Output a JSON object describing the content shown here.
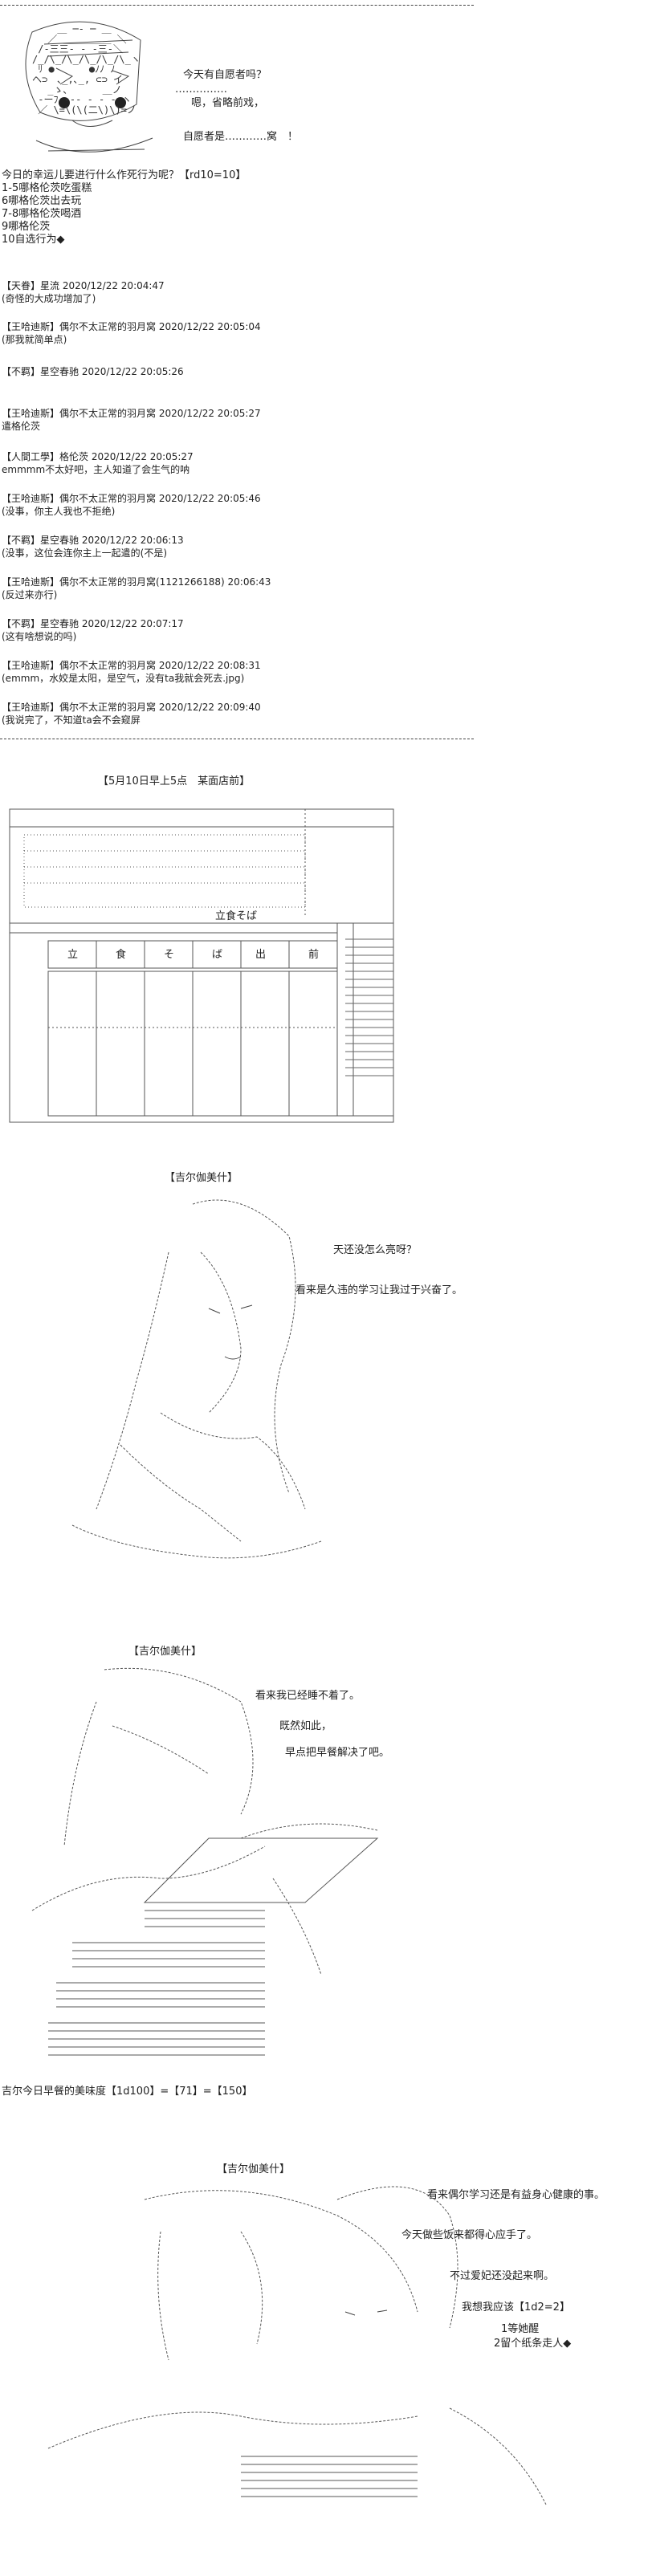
{
  "panel1": {
    "speech": [
      "今天有自愿者吗？",
      "……………",
      "嗯，省略前戏，",
      "自愿者是…………窝　！"
    ],
    "intro": [
      "今日的幸运儿要进行什么作死行为呢？【rd10=10】",
      "1-5哪格伦茨吃蛋糕",
      "6哪格伦茨出去玩",
      "7-8哪格伦茨喝酒",
      "9哪格伦茨",
      "10自选行为◆"
    ],
    "comments": [
      {
        "head": "【天眷】星流 2020/12/22 20:04:47",
        "body": "(奇怪的大成功增加了)"
      },
      {
        "head": "【王哈迪斯】偶尔不太正常的羽月窝 2020/12/22 20:05:04",
        "body": "(那我就简单点)"
      },
      {
        "head": "【不羁】星空春驰 2020/12/22 20:05:26",
        "body": ""
      },
      {
        "head": "【王哈迪斯】偶尔不太正常的羽月窝 2020/12/22 20:05:27",
        "body": "遣格伦茨"
      },
      {
        "head": "【人間工學】格伦茨 2020/12/22 20:05:27",
        "body": "emmmm不太好吧，主人知道了会生气的呐"
      },
      {
        "head": "【王哈迪斯】偶尔不太正常的羽月窝 2020/12/22 20:05:46",
        "body": "(没事，你主人我也不拒绝)"
      },
      {
        "head": "【不羁】星空春驰 2020/12/22 20:06:13",
        "body": "(没事，这位会连你主上一起遣的(不是)"
      },
      {
        "head": "【王哈迪斯】偶尔不太正常的羽月窝(1121266188) 20:06:43",
        "body": "(反过来亦行)"
      },
      {
        "head": "【不羁】星空春驰 2020/12/22 20:07:17",
        "body": "(这有啥想说的吗)"
      },
      {
        "head": "【王哈迪斯】偶尔不太正常的羽月窝 2020/12/22 20:08:31",
        "body": "(emmm，水姣是太阳，是空气，没有ta我就会死去.jpg)"
      },
      {
        "head": "【王哈迪斯】偶尔不太正常的羽月窝 2020/12/22 20:09:40",
        "body": "(我说完了，不知道ta会不会窥屏"
      }
    ]
  },
  "panel2": {
    "caption": "【5月10日早上5点　某面店前】",
    "sign_top": "立食そば",
    "noren": [
      "立",
      "食",
      "そ",
      "ば",
      "出",
      "前"
    ]
  },
  "panel3": {
    "name": "【吉尔伽美什】",
    "speech": [
      "天还没怎么亮呀？",
      "看来是久违的学习让我过于兴奋了。"
    ]
  },
  "panel4": {
    "name": "【吉尔伽美什】",
    "speech": [
      "看来我已经睡不着了。",
      "既然如此，",
      "早点把早餐解决了吧。"
    ],
    "roll": "吉尔今日早餐的美味度【1d100】=【71】=【150】"
  },
  "panel5": {
    "name": "【吉尔伽美什】",
    "speech": [
      "看来偶尔学习还是有益身心健康的事。",
      "今天做些饭来都得心应手了。",
      "不过爱妃还没起来啊。",
      "我想我应该【1d2=2】",
      "1等她醒",
      "2留个纸条走人◆"
    ]
  }
}
